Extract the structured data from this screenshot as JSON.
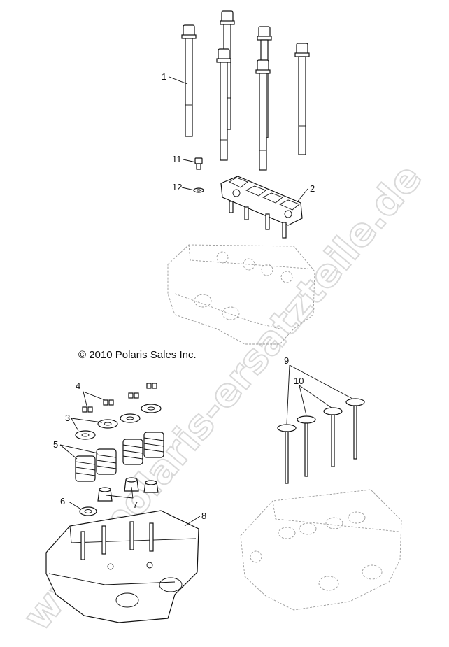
{
  "copyright": "© 2010 Polaris Sales Inc.",
  "watermark": "www.polaris-ersatzteile.de",
  "callouts": [
    {
      "id": "1",
      "label": "1"
    },
    {
      "id": "2",
      "label": "2"
    },
    {
      "id": "3",
      "label": "3"
    },
    {
      "id": "4",
      "label": "4"
    },
    {
      "id": "5",
      "label": "5"
    },
    {
      "id": "6",
      "label": "6"
    },
    {
      "id": "7",
      "label": "7"
    },
    {
      "id": "8",
      "label": "8"
    },
    {
      "id": "9",
      "label": "9"
    },
    {
      "id": "10",
      "label": "10"
    },
    {
      "id": "11",
      "label": "11"
    },
    {
      "id": "12",
      "label": "12"
    }
  ]
}
